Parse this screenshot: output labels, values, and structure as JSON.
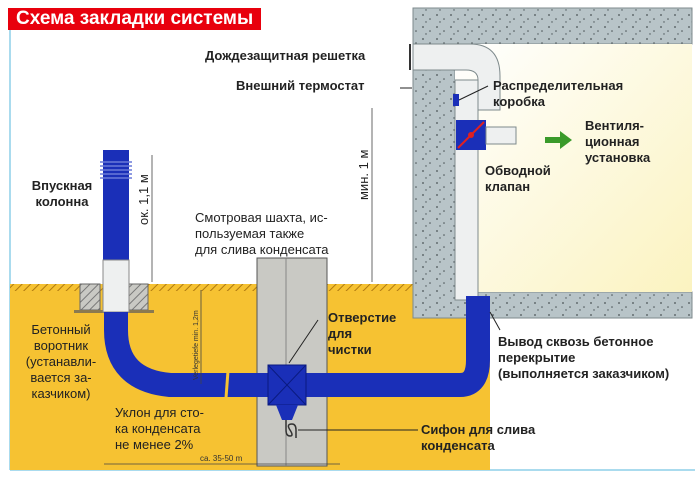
{
  "title": "Схема закладки системы",
  "labels": {
    "rain_grille": "Дождезащитная решетка",
    "ext_thermostat": "Внешний термостат",
    "distribution_box": [
      "Распределительная",
      "коробка"
    ],
    "bypass_valve": [
      "Обводной",
      "клапан"
    ],
    "ventilation_unit": [
      "Вентиля-",
      "ционная",
      "установка"
    ],
    "intake_column": [
      "Впускная",
      "колонна"
    ],
    "inspection_shaft": [
      "Смотровая шахта, ис-",
      "пользуемая также",
      "для слива конденсата"
    ],
    "concrete_collar": [
      "Бетонный",
      "воротник",
      "(устанавли-",
      "вается за-",
      "казчиком)"
    ],
    "cleaning_hole": [
      "Отверстие",
      "для",
      "чистки"
    ],
    "slope": [
      "Уклон для сто-",
      "ка конденсата",
      "не менее 2%"
    ],
    "siphon": [
      "Сифон для слива",
      "конденсата"
    ],
    "outlet": [
      "Вывод сквозь бетонное",
      "перекрытие",
      "(выполняется заказчиком)"
    ]
  },
  "dimensions": {
    "column_height": "ок. 1,1 м",
    "min_height": "мин. 1 м",
    "laying_depth": "Verlegetiefe min. 1,2m",
    "length": "ca. 35-50 m"
  },
  "colors": {
    "title_bg": "#e8000d",
    "pipe": "#1a2fb8",
    "soil": "#f6c232",
    "concrete": "#b8c4c8",
    "shaft": "#c9c9c4",
    "arrow": "#3a9a2a",
    "valve_line": "#e02020"
  }
}
